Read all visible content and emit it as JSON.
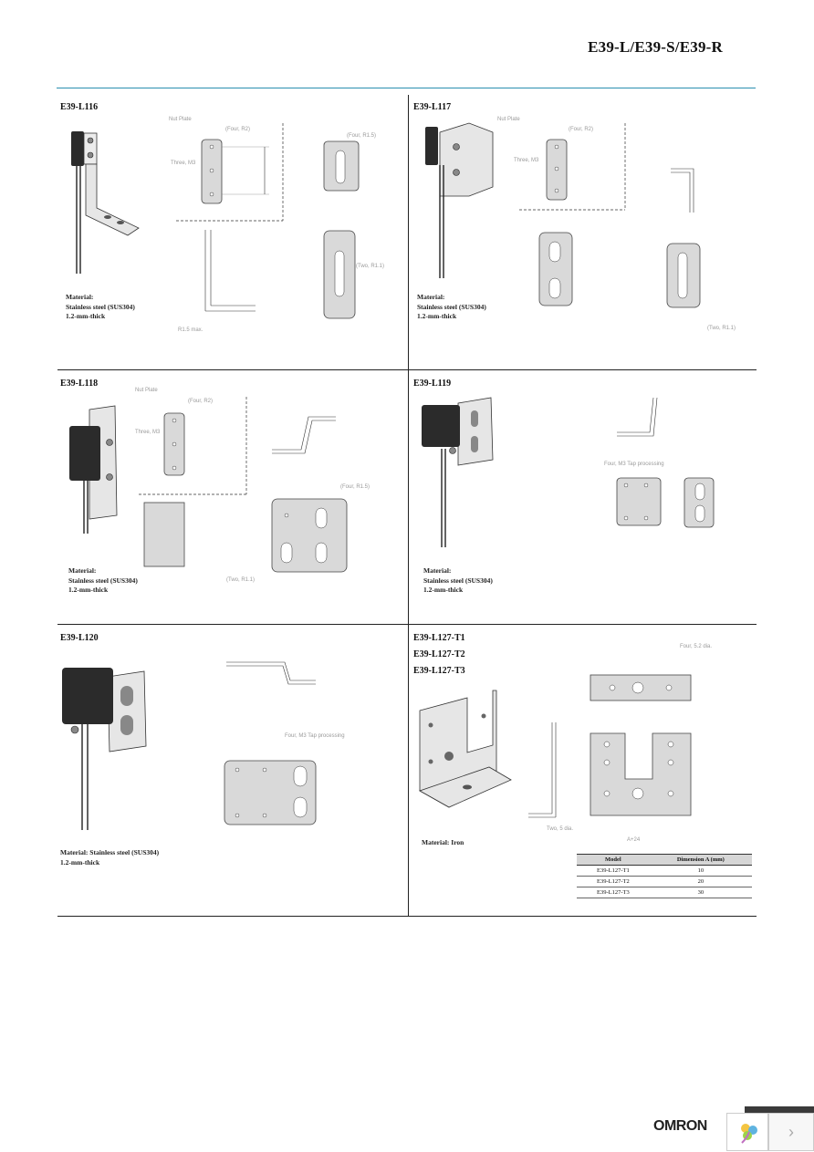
{
  "header": {
    "title": "E39-L/E39-S/E39-R"
  },
  "sections": [
    {
      "title": "E39-L116",
      "material": [
        "Material:",
        "Stainless steel (SUS304)",
        "1.2-mm-thick"
      ]
    },
    {
      "title": "E39-L117",
      "material": [
        "Material:",
        "Stainless steel (SUS304)",
        "1.2-mm-thick"
      ]
    },
    {
      "title": "E39-L118",
      "material": [
        "Material:",
        "Stainless steel (SUS304)",
        "1.2-mm-thick"
      ]
    },
    {
      "title": "E39-L119",
      "material": [
        "Material:",
        "Stainless steel (SUS304)",
        "1.2-mm-thick"
      ]
    },
    {
      "title": "E39-L120",
      "material": [
        "Material: Stainless steel (SUS304)",
        "1.2-mm-thick"
      ]
    },
    {
      "titles": [
        "E39-L127-T1",
        "E39-L127-T2",
        "E39-L127-T3"
      ],
      "material": [
        "Material: Iron"
      ]
    }
  ],
  "dims": {
    "nut_plate": "Nut Plate",
    "four_r2": "(Four, R2)",
    "three_m3": "Three, M3",
    "four_r1_5": "(Four, R1.5)",
    "two_r1_1": "(Two, R1.1)",
    "r1_5_max": "R1.5 max.",
    "four_m3_tap": "Four, M3 Tap processing",
    "four_5_2_dia": "Four, 5.2 dia.",
    "two_5_dia": "Two, 5 dia.",
    "a_plus_24": "A+24"
  },
  "table": {
    "headers": [
      "Model",
      "Dimension A (mm)"
    ],
    "rows": [
      [
        "E39-L127-T1",
        "10"
      ],
      [
        "E39-L127-T2",
        "20"
      ],
      [
        "E39-L127-T3",
        "30"
      ]
    ]
  },
  "footer": {
    "logo": "OMRON",
    "next": "›"
  }
}
